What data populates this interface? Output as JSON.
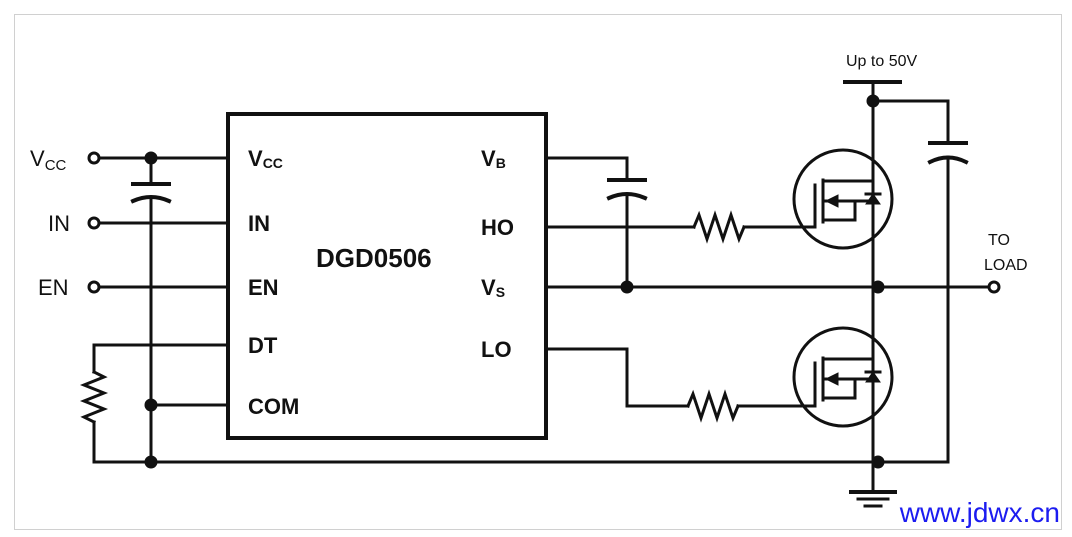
{
  "ic": {
    "name": "DGD0506",
    "left_pins": [
      {
        "main": "V",
        "sub": "CC"
      },
      {
        "main": "IN",
        "sub": ""
      },
      {
        "main": "EN",
        "sub": ""
      },
      {
        "main": "DT",
        "sub": ""
      },
      {
        "main": "COM",
        "sub": ""
      }
    ],
    "right_pins": [
      {
        "main": "V",
        "sub": "B"
      },
      {
        "main": "HO",
        "sub": ""
      },
      {
        "main": "V",
        "sub": "S"
      },
      {
        "main": "LO",
        "sub": ""
      }
    ]
  },
  "external": {
    "vcc_main": "V",
    "vcc_sub": "CC",
    "in": "IN",
    "en": "EN",
    "supply": "Up to 50V",
    "to": "TO",
    "load": "LOAD"
  },
  "watermark": "www.jdwx.cn"
}
